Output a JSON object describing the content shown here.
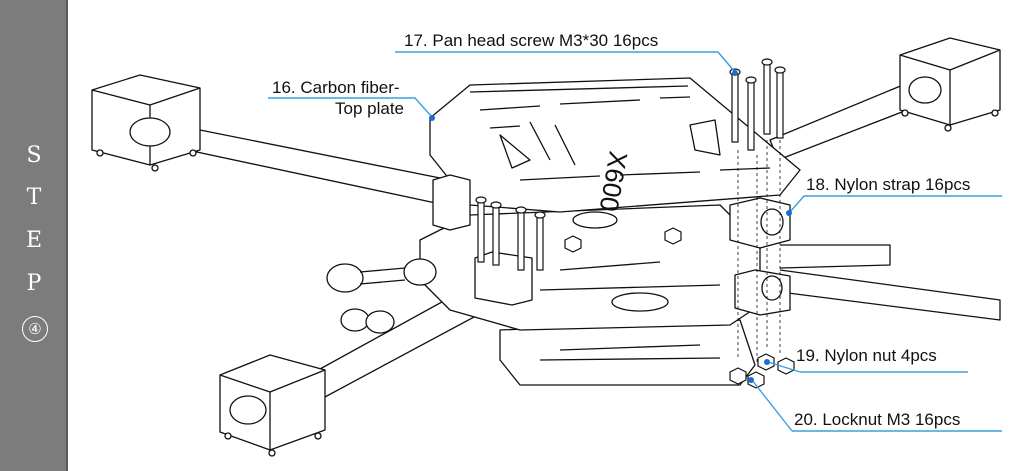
{
  "sidebar": {
    "letters": [
      "S",
      "T",
      "E",
      "P"
    ],
    "step_number": "④"
  },
  "callouts": {
    "pan_head_screw": "17. Pan head screw  M3*30  16pcs",
    "carbon_top_line1": "16. Carbon fiber-",
    "carbon_top_line2": "Top plate",
    "nylon_strap": "18. Nylon strap  16pcs",
    "nylon_nut": "19. Nylon nut  4pcs",
    "locknut": "20. Locknut  M3  16pcs"
  },
  "plate_logo": "X600",
  "colors": {
    "sidebar": "#7c7c7c",
    "leader_line": "#3aa0e0",
    "leader_dot": "#1a6fd0",
    "drawing": "#111111"
  }
}
